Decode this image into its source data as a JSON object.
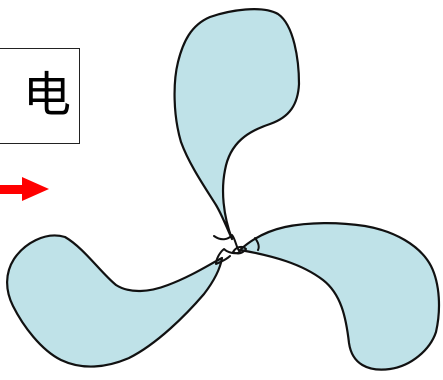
{
  "label": {
    "text": "电"
  },
  "colors": {
    "blade_fill": "#bfe2e8",
    "outline": "#111111",
    "arrow": "#ff0000",
    "background": "#ffffff"
  },
  "icons": {
    "arrow": "right-arrow-icon",
    "blades": [
      "blade-top",
      "blade-right",
      "blade-left"
    ]
  }
}
